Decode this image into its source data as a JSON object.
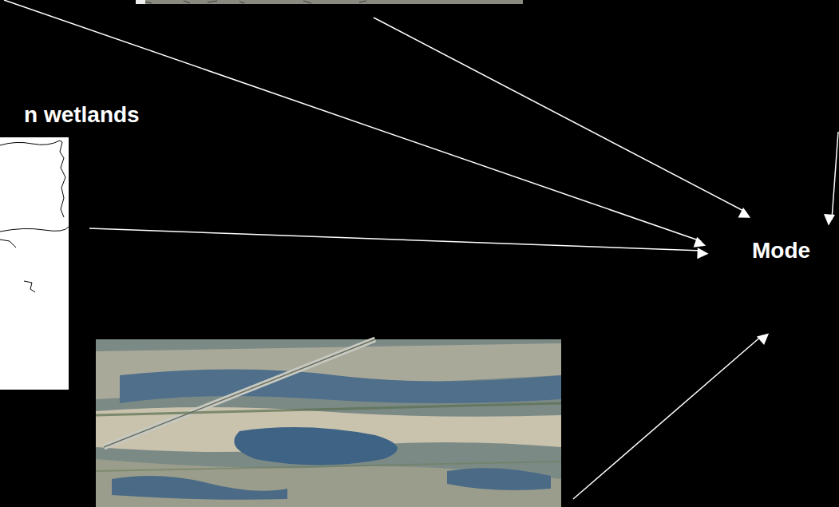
{
  "diagram": {
    "nodes": [
      {
        "text": [
          "n wetlands"
        ]
      },
      {
        "text": [
          "Mode"
        ]
      }
    ],
    "edges": [
      {
        "from": 0,
        "to": 1,
        "arrow": "to"
      }
    ]
  }
}
